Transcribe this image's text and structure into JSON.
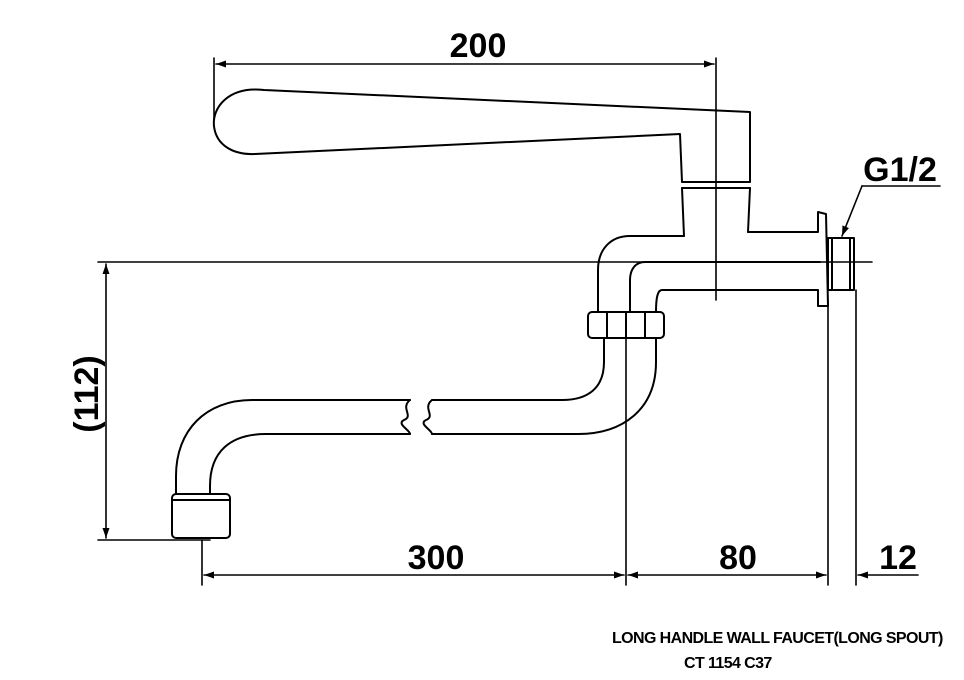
{
  "dimensions": {
    "handle_length": "200",
    "height": "(112)",
    "spout_length": "300",
    "body_depth": "80",
    "flange": "12",
    "thread": "G1/2"
  },
  "caption": {
    "title": "LONG HANDLE WALL FAUCET(LONG SPOUT)",
    "code": "CT 1154 C37"
  }
}
